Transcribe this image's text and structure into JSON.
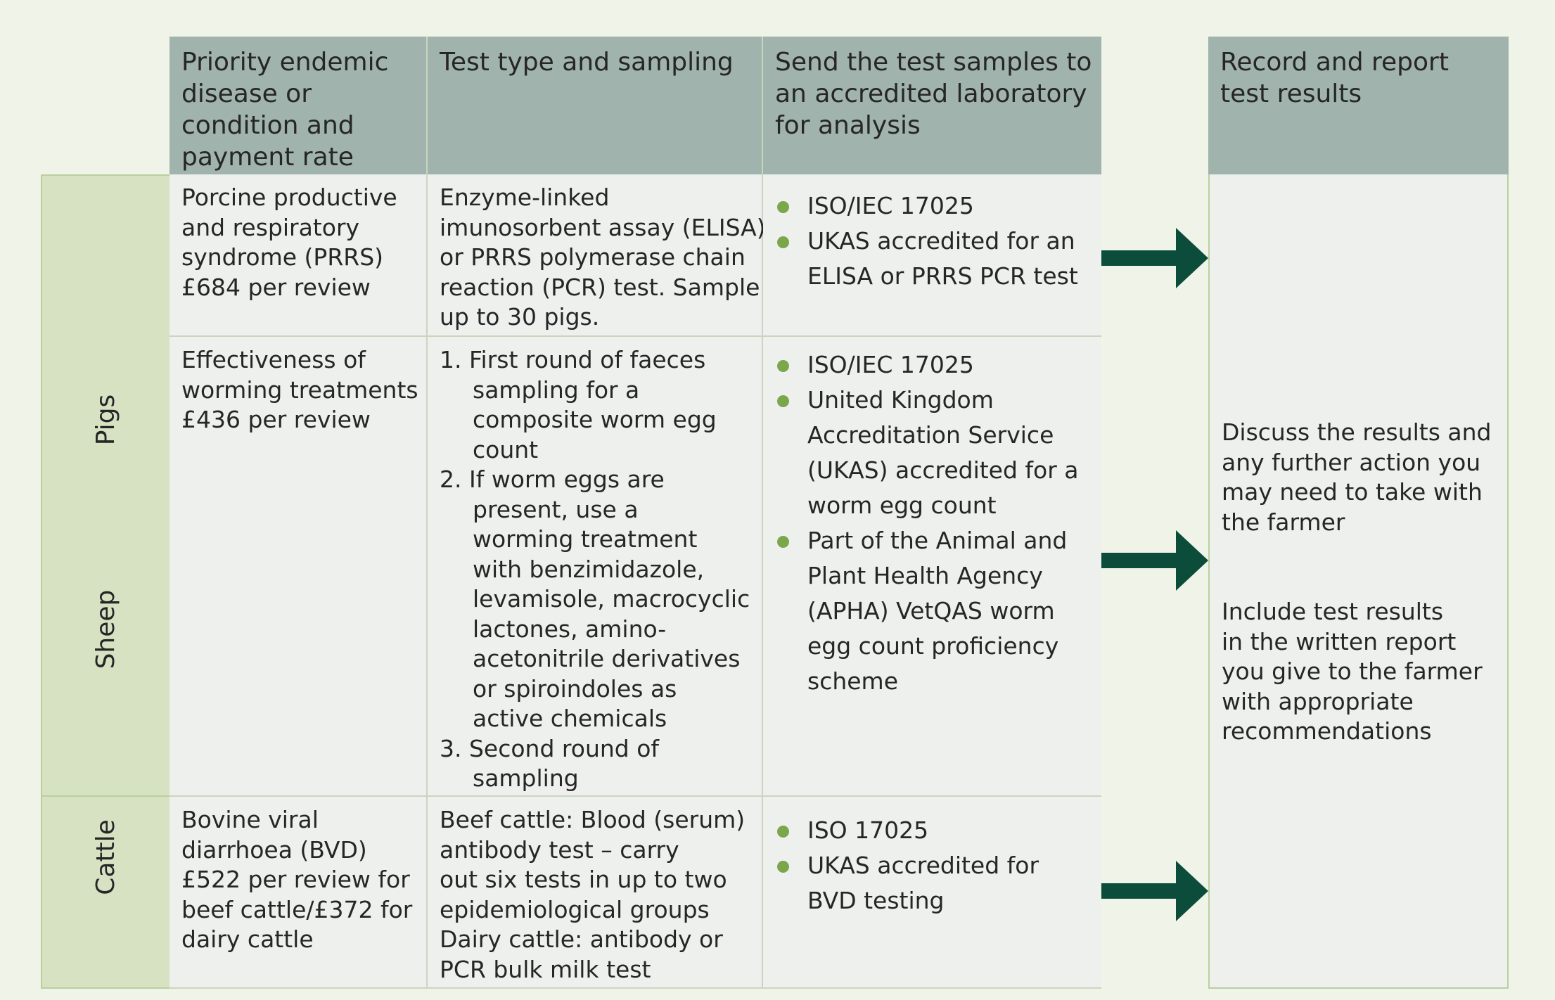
{
  "headers": {
    "disease": [
      "Priority endemic",
      "disease or",
      "condition and",
      "payment rate"
    ],
    "test": [
      "Test type and sampling"
    ],
    "send": [
      "Send the test samples to",
      "an accredited laboratory",
      "for analysis"
    ],
    "record": [
      "Record and report",
      "test results"
    ]
  },
  "animals": {
    "pigs": "Pigs",
    "sheep": "Sheep",
    "cattle": "Cattle"
  },
  "rows": {
    "prrs": {
      "disease": [
        "Porcine productive",
        "and respiratory",
        "syndrome (PRRS)",
        "£684 per review"
      ],
      "test": [
        "Enzyme-linked",
        "imunosorbent assay (ELISA)",
        "or PRRS polymerase chain",
        "reaction (PCR) test. Sample",
        "up to 30 pigs."
      ],
      "lab": [
        "ISO/IEC 17025",
        [
          "UKAS accredited for an",
          "ELISA or PRRS PCR test"
        ]
      ]
    },
    "worming": {
      "disease": [
        "Effectiveness of",
        "worming treatments",
        "£436 per review"
      ],
      "steps": [
        [
          "1. First round of faeces",
          "sampling for a",
          "composite worm egg",
          "count"
        ],
        [
          "2. If worm eggs are",
          "present, use a",
          "worming treatment",
          "with benzimidazole,",
          "levamisole, macrocyclic",
          "lactones, amino-",
          "acetonitrile derivatives",
          "or spiroindoles as",
          "active chemicals"
        ],
        [
          "3. Second round of",
          "sampling"
        ]
      ],
      "lab": [
        [
          "ISO/IEC 17025"
        ],
        [
          "United Kingdom",
          "Accreditation Service",
          "(UKAS) accredited for a",
          "worm egg count"
        ],
        [
          "Part of the Animal and",
          "Plant Health Agency",
          "(APHA) VetQAS worm",
          "egg count proficiency",
          "scheme"
        ]
      ]
    },
    "bvd": {
      "disease": [
        "Bovine viral",
        "diarrhoea (BVD)",
        "£522 per review for",
        "beef cattle/£372 for",
        "dairy cattle"
      ],
      "test": [
        "Beef cattle: Blood (serum)",
        "antibody test – carry",
        "out six tests in up to two",
        "epidemiological groups",
        "Dairy cattle: antibody or",
        "PCR bulk milk test"
      ],
      "lab": [
        [
          "ISO 17025"
        ],
        [
          "UKAS accredited for",
          "BVD testing"
        ]
      ]
    }
  },
  "record": {
    "discuss": [
      "Discuss the results and",
      "any further action you",
      "may need to take with",
      "the farmer"
    ],
    "include": [
      "Include test results",
      "in  the written report",
      "you give to the farmer",
      "with appropriate",
      "recommendations"
    ]
  },
  "colors": {
    "header_bg": "#a0b3ac",
    "side_bg": "#d6e2c2",
    "cell_bg": "#eef0ee",
    "bullet": "#7ba64b",
    "arrow": "#0b4d3a",
    "page_bg": "#f0f4e8"
  }
}
